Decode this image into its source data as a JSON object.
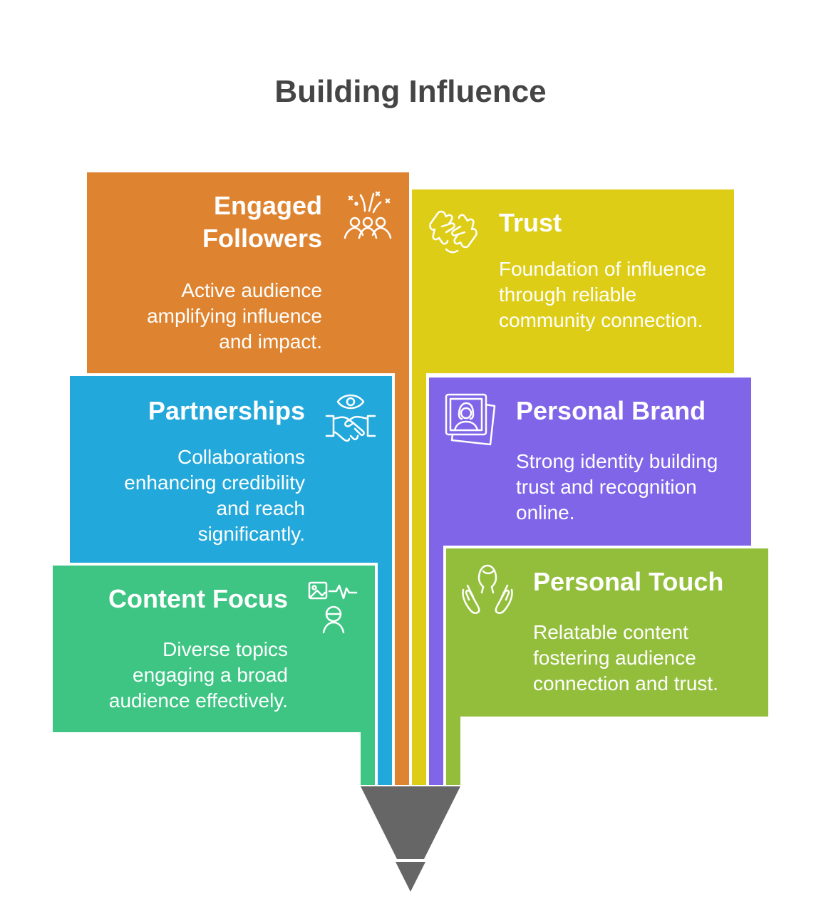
{
  "title": "Building Influence",
  "colors": {
    "engaged": "#DE8431",
    "partnerships": "#22A8DA",
    "content": "#3EC584",
    "trust": "#DECD17",
    "brand": "#8065E9",
    "touch": "#93BE3C",
    "funnel": "#666666"
  },
  "sections": {
    "engaged_followers": {
      "title_line1": "Engaged",
      "title_line2": "Followers",
      "description": "Active audience amplifying influence and impact.",
      "icon": "celebrating-group-icon"
    },
    "partnerships": {
      "title": "Partnerships",
      "description": "Collaborations enhancing credibility and reach significantly.",
      "icon": "handshake-eye-icon"
    },
    "content_focus": {
      "title": "Content Focus",
      "description": "Diverse topics engaging a broad audience effectively.",
      "icon": "media-creator-icon"
    },
    "trust": {
      "title": "Trust",
      "description": "Foundation of influence through reliable community connection.",
      "icon": "puzzle-handshake-icon"
    },
    "personal_brand": {
      "title": "Personal Brand",
      "description": "Strong identity building trust and recognition online.",
      "icon": "portrait-photo-icon"
    },
    "personal_touch": {
      "title": "Personal Touch",
      "description": "Relatable content fostering audience connection and trust.",
      "icon": "hands-person-icon"
    }
  }
}
